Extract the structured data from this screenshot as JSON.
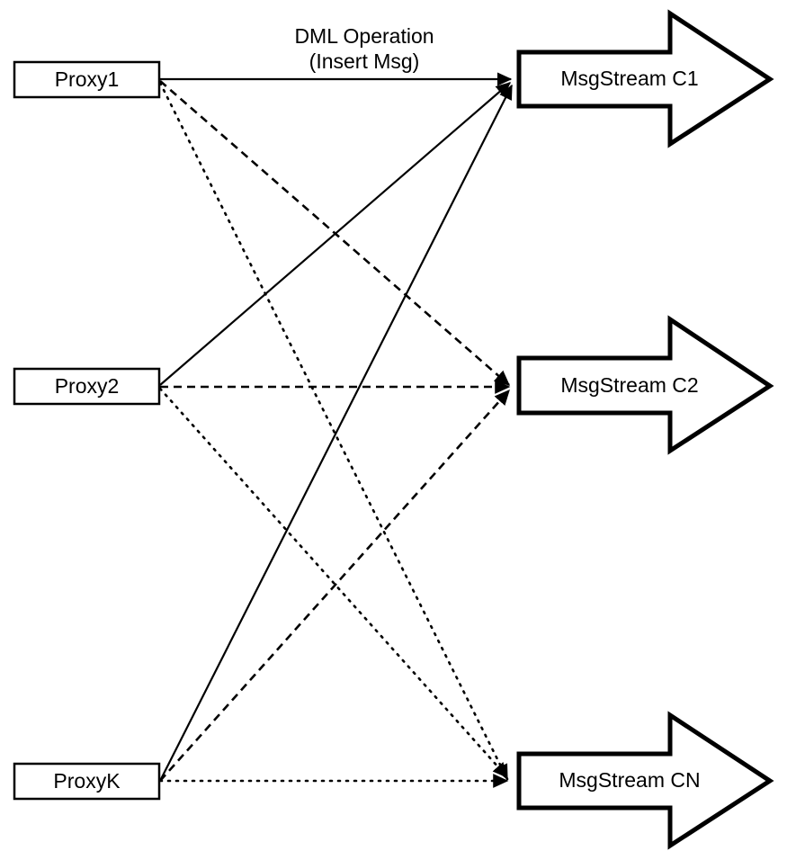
{
  "diagram": {
    "title_caption": {
      "line1": "DML Operation",
      "line2": "(Insert Msg)"
    },
    "proxies": [
      {
        "id": "proxy1",
        "label": "Proxy1"
      },
      {
        "id": "proxy2",
        "label": "Proxy2"
      },
      {
        "id": "proxyK",
        "label": "ProxyK"
      }
    ],
    "streams": [
      {
        "id": "stream-c1",
        "label": "MsgStream C1"
      },
      {
        "id": "stream-c2",
        "label": "MsgStream C2"
      },
      {
        "id": "stream-cn",
        "label": "MsgStream CN"
      }
    ],
    "edges": [
      {
        "from": "Proxy1",
        "to": "MsgStream C1",
        "style": "solid"
      },
      {
        "from": "Proxy1",
        "to": "MsgStream C2",
        "style": "dashed"
      },
      {
        "from": "Proxy1",
        "to": "MsgStream CN",
        "style": "dotted"
      },
      {
        "from": "Proxy2",
        "to": "MsgStream C1",
        "style": "solid"
      },
      {
        "from": "Proxy2",
        "to": "MsgStream C2",
        "style": "dashed"
      },
      {
        "from": "Proxy2",
        "to": "MsgStream CN",
        "style": "dotted"
      },
      {
        "from": "ProxyK",
        "to": "MsgStream C1",
        "style": "solid"
      },
      {
        "from": "ProxyK",
        "to": "MsgStream C2",
        "style": "dashed"
      },
      {
        "from": "ProxyK",
        "to": "MsgStream CN",
        "style": "dotted"
      }
    ],
    "colors": {
      "stroke": "#000000",
      "fill": "#ffffff"
    }
  }
}
